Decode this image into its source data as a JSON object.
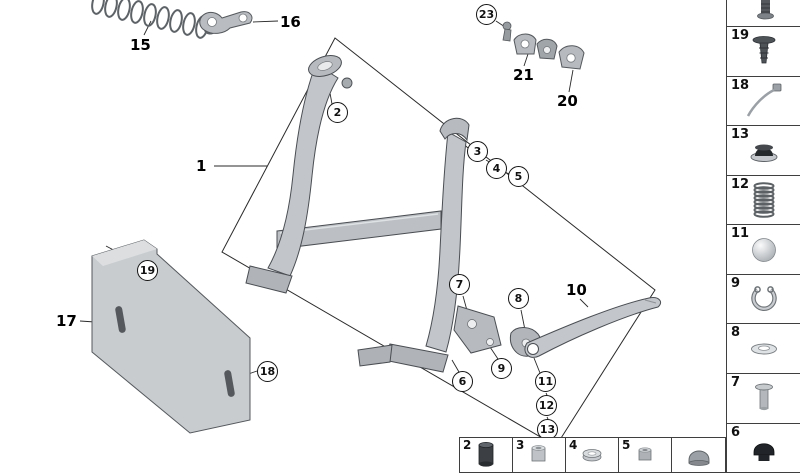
{
  "colors": {
    "background": "#ffffff",
    "line": "#2a2a2a",
    "part_fill": "#c2c6ca",
    "part_dark": "#8f959a",
    "part_outline": "#4a4e53"
  },
  "callouts": {
    "bold": [
      {
        "id": "1"
      },
      {
        "id": "10"
      },
      {
        "id": "15"
      },
      {
        "id": "16"
      },
      {
        "id": "17"
      },
      {
        "id": "20"
      },
      {
        "id": "21"
      }
    ],
    "circled": [
      {
        "id": "2"
      },
      {
        "id": "3"
      },
      {
        "id": "4"
      },
      {
        "id": "5"
      },
      {
        "id": "6"
      },
      {
        "id": "7"
      },
      {
        "id": "8"
      },
      {
        "id": "9"
      },
      {
        "id": "11"
      },
      {
        "id": "12"
      },
      {
        "id": "13"
      },
      {
        "id": "18"
      },
      {
        "id": "19"
      },
      {
        "id": "23"
      }
    ]
  },
  "sidebar": {
    "items": [
      {
        "num": "",
        "icon": "partial-part-icon"
      },
      {
        "num": "19",
        "icon": "expanding-rivet-icon"
      },
      {
        "num": "18",
        "icon": "cable-tie-icon"
      },
      {
        "num": "13",
        "icon": "rubber-grommet-icon"
      },
      {
        "num": "12",
        "icon": "coil-spring-icon"
      },
      {
        "num": "11",
        "icon": "steel-ball-icon"
      },
      {
        "num": "9",
        "icon": "circlip-icon"
      },
      {
        "num": "8",
        "icon": "washer-icon"
      },
      {
        "num": "7",
        "icon": "clevis-pin-icon"
      },
      {
        "num": "6",
        "icon": "rubber-cap-icon"
      }
    ]
  },
  "bottom_row": {
    "items": [
      {
        "num": "2",
        "icon": "bushing-icon"
      },
      {
        "num": "3",
        "icon": "sleeve-icon"
      },
      {
        "num": "4",
        "icon": "cup-washer-icon"
      },
      {
        "num": "5",
        "icon": "spacer-icon"
      },
      {
        "num": "",
        "icon": "dome-buffer-icon"
      }
    ]
  }
}
